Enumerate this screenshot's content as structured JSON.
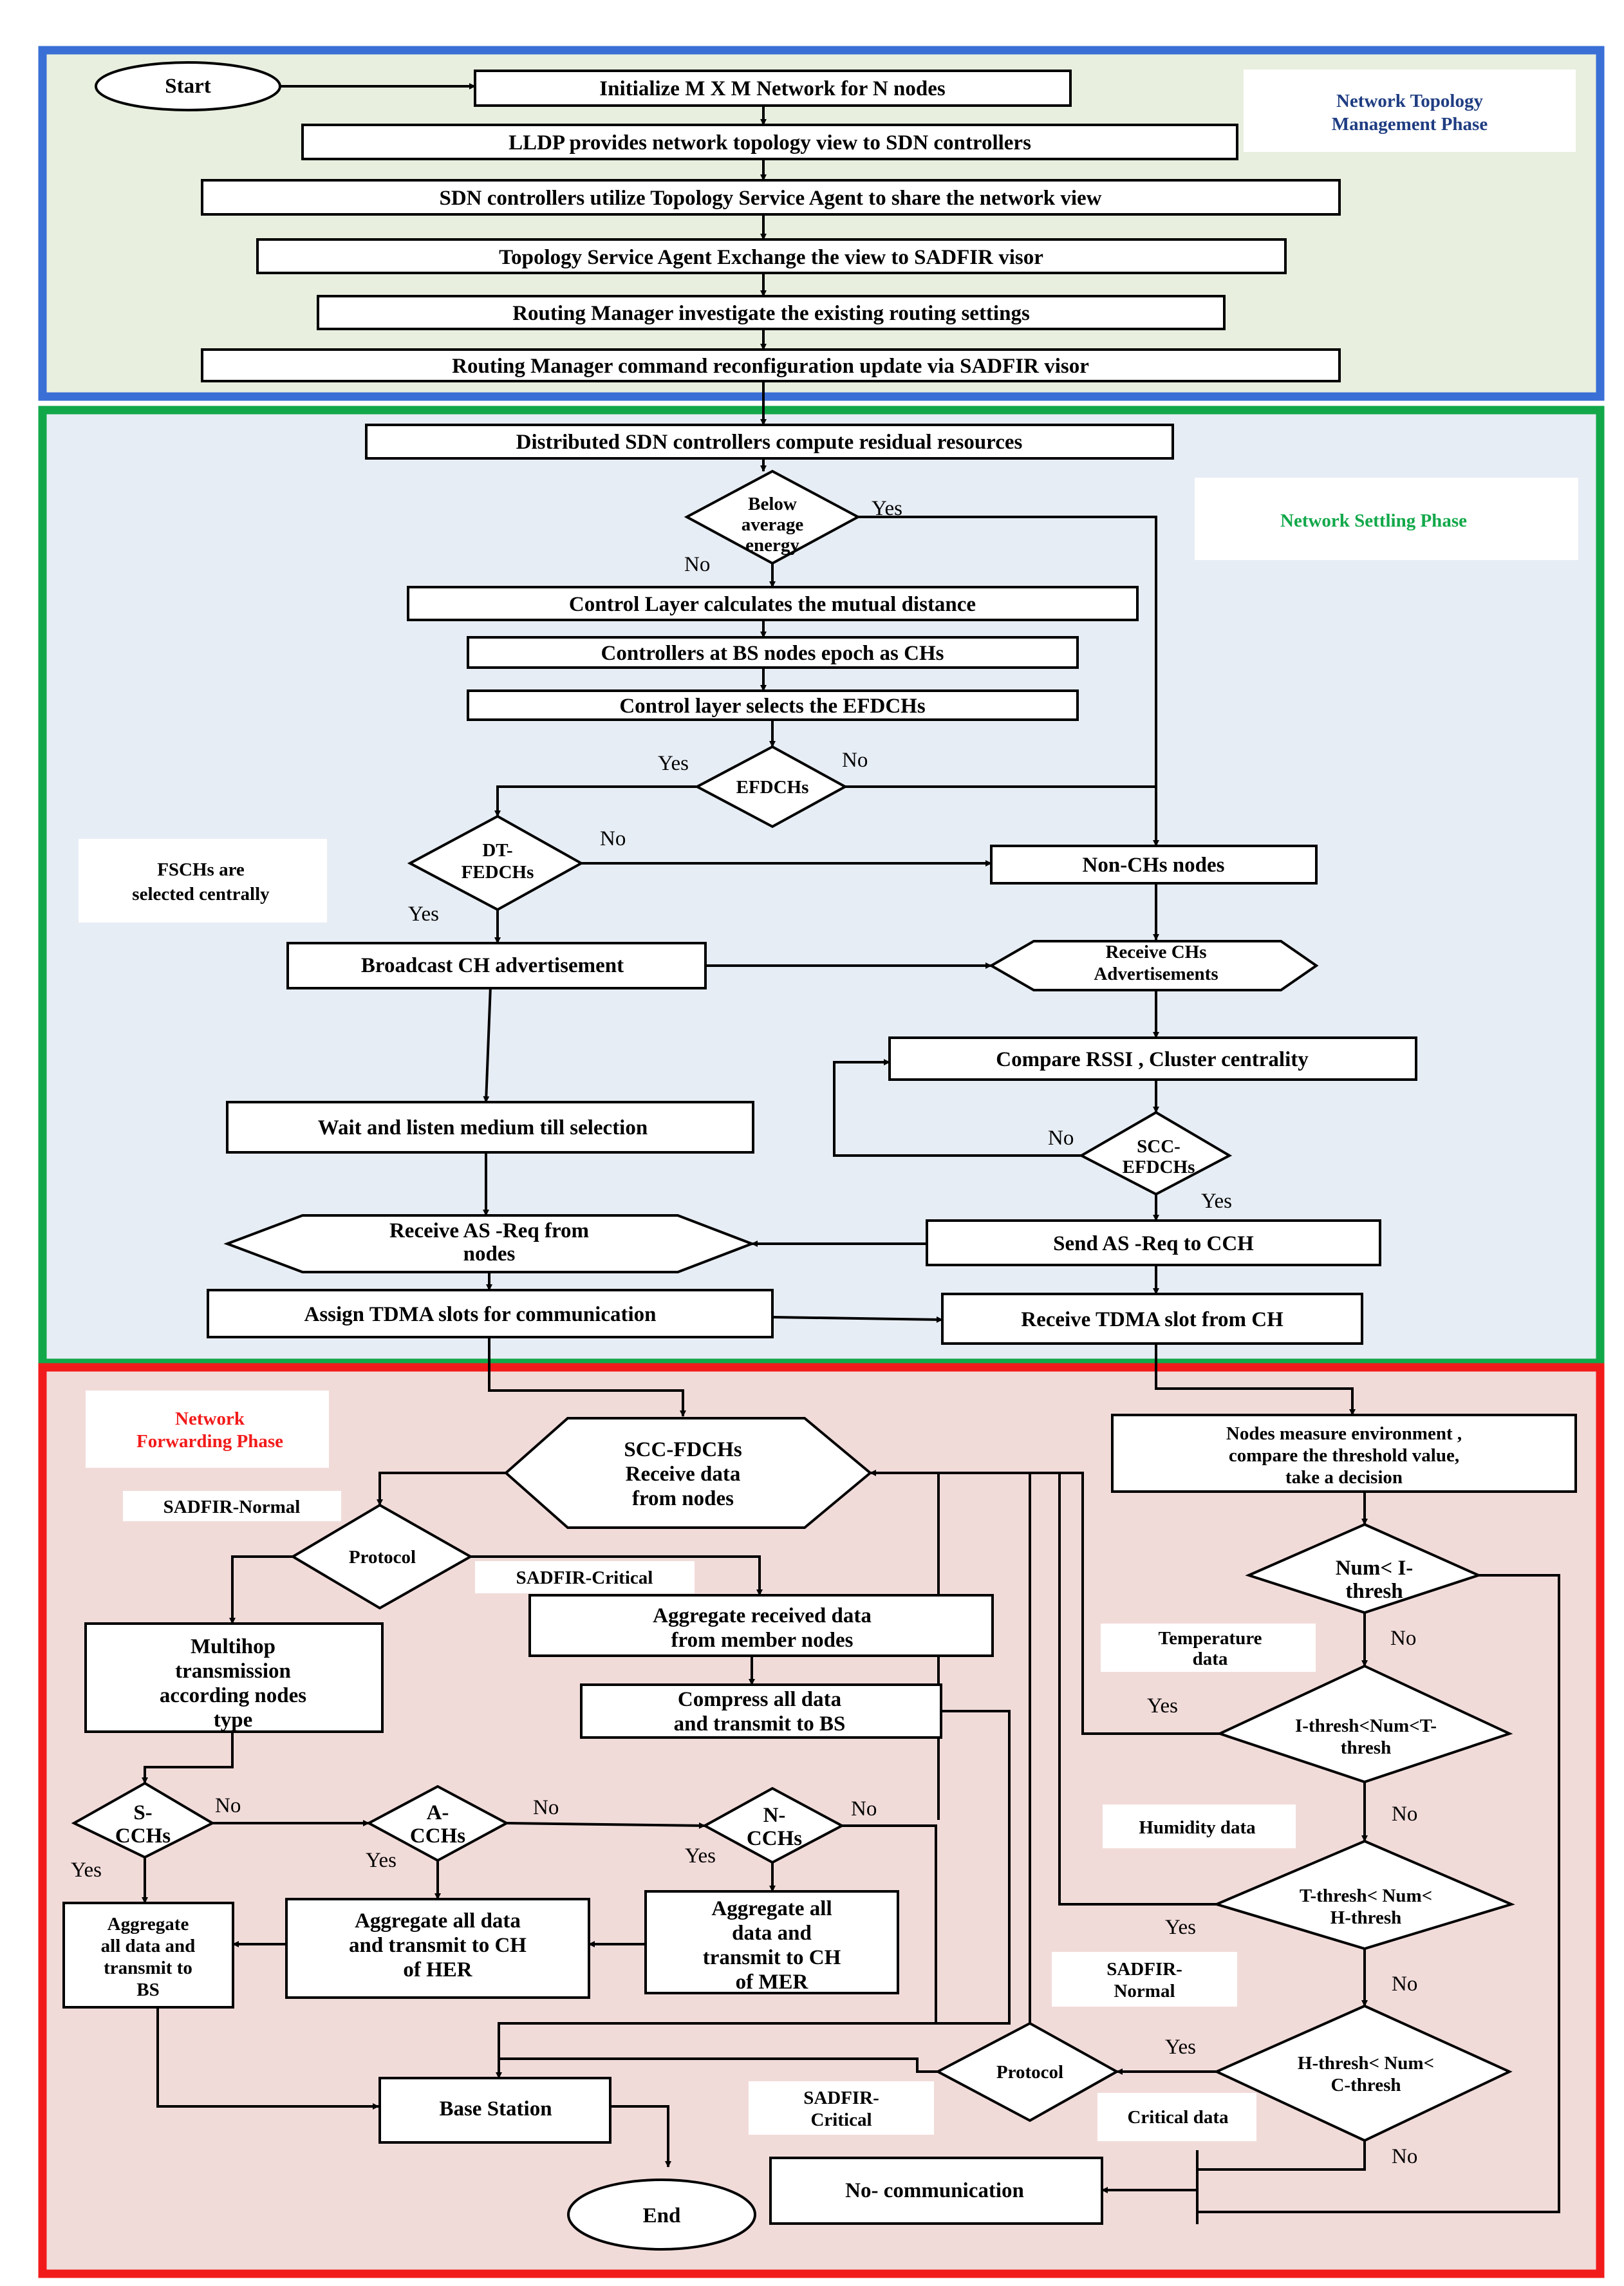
{
  "colors": {
    "phase1_border": "#3a6fd6",
    "phase1_fill": "#e8efdf",
    "phase2_border": "#12a84a",
    "phase2_fill": "#e7edf4",
    "phase3_border": "#f21b1b",
    "phase3_fill": "#f1dbd9",
    "phase1_title": "#1f3d82",
    "phase2_title": "#12a84a",
    "phase3_title": "#f21b1b"
  },
  "phases": {
    "topology": {
      "title_line1": "Network Topology",
      "title_line2": "Management Phase"
    },
    "settling": {
      "title": "Network Settling Phase"
    },
    "forwarding": {
      "title_line1": "Network",
      "title_line2": "Forwarding Phase"
    }
  },
  "labels": {
    "yes": "Yes",
    "no": "No"
  },
  "nodes": {
    "start": "Start",
    "init": "Initialize  M X M Network for N nodes",
    "lldp": "LLDP provides network topology view to SDN controllers",
    "tsa": "SDN controllers utilize Topology Service Agent to share the network view",
    "exchange": "Topology Service Agent Exchange the view to SADFIR visor",
    "investigate": "Routing Manager investigate the existing routing settings",
    "reconfig": "Routing Manager command reconfiguration update via SADFIR visor",
    "residual": "Distributed SDN controllers compute residual resources",
    "below_energy": [
      "Below",
      "average",
      "energy"
    ],
    "mutual": "Control Layer calculates the mutual distance",
    "epoch": "Controllers at BS nodes epoch as CHs",
    "select_efdch": "Control layer selects the EFDCHs",
    "efdchs": "EFDCHs",
    "dt_fedchs": [
      "DT-",
      "FEDCHs"
    ],
    "fschs_note": [
      "FSCHs are",
      "selected centrally"
    ],
    "non_chs": "Non-CHs nodes",
    "broadcast": "Broadcast CH advertisement",
    "receive_adv": [
      "Receive CHs",
      "Advertisements"
    ],
    "compare": "Compare RSSI ,  Cluster centrality",
    "wait": "Wait and listen medium till selection",
    "scc_efdchs": [
      "SCC-",
      "EFDCHs"
    ],
    "receive_asreq": [
      "Receive AS -Req from",
      "nodes"
    ],
    "send_asreq": "Send AS -Req to CCH",
    "assign_tdma": "Assign TDMA slots for communication",
    "receive_tdma": "Receive TDMA slot from CH",
    "scc_fdchs": [
      "SCC-FDCHs",
      "Receive data",
      "from nodes"
    ],
    "measure": [
      "Nodes measure environment ,",
      "compare the threshold value,",
      "take a decision"
    ],
    "sadfir_normal_label": "SADFIR-Normal",
    "protocol": "Protocol",
    "sadfir_critical_label": "SADFIR-Critical",
    "aggregate_member": [
      "Aggregate received data",
      "from member nodes"
    ],
    "multihop": [
      "Multihop",
      "transmission",
      "according nodes",
      "type"
    ],
    "compress": [
      "Compress all data",
      "and transmit to BS"
    ],
    "num_i": [
      "Num< I-",
      "thresh"
    ],
    "temperature": [
      "Temperature",
      "data"
    ],
    "i_t": [
      "I-thresh<Num<T-",
      "thresh"
    ],
    "s_cchs": [
      "S-",
      "CCHs"
    ],
    "a_cchs": [
      "A-",
      "CCHs"
    ],
    "n_cchs": [
      "N-",
      "CCHs"
    ],
    "humidity": "Humidity data",
    "t_h": [
      "T-thresh< Num<",
      "H-thresh"
    ],
    "agg_bs": [
      "Aggregate",
      "all data and",
      "transmit to",
      "BS"
    ],
    "agg_her": [
      "Aggregate all data",
      "and transmit to CH",
      "of HER"
    ],
    "agg_mer": [
      "Aggregate all",
      "data and",
      "transmit to CH",
      "of MER"
    ],
    "sadfir_normal2": [
      "SADFIR-",
      "Normal"
    ],
    "h_c": [
      "H-thresh< Num<",
      "C-thresh"
    ],
    "protocol2": "Protocol",
    "sadfir_critical2": [
      "SADFIR-",
      "Critical"
    ],
    "base_station": "Base Station",
    "critical_data": "Critical data",
    "no_comm": "No- communication",
    "end": "End"
  }
}
